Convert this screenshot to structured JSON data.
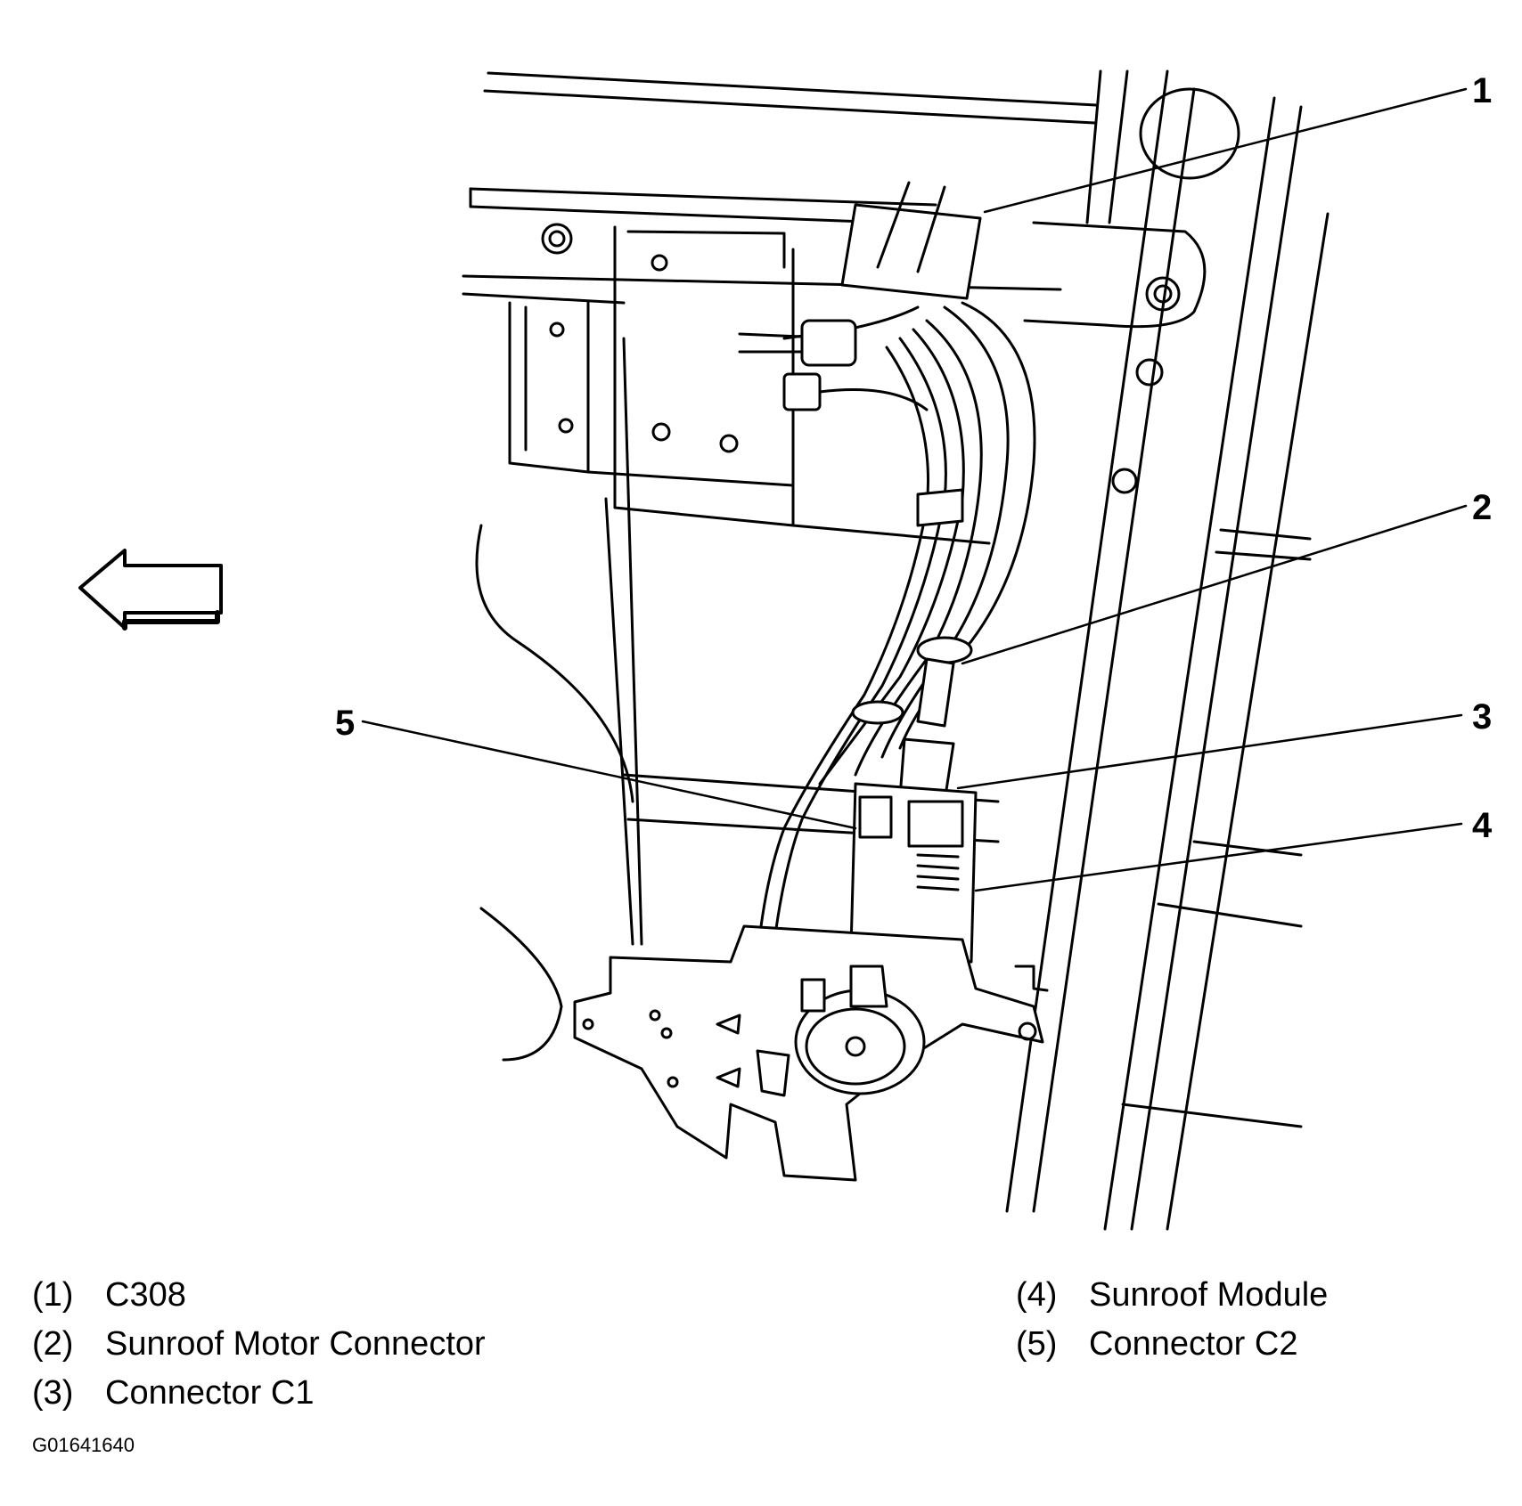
{
  "callouts": [
    {
      "number": "1",
      "label": "C308"
    },
    {
      "number": "2",
      "label": "Sunroof Motor Connector"
    },
    {
      "number": "3",
      "label": "Connector C1"
    },
    {
      "number": "4",
      "label": "Sunroof Module"
    },
    {
      "number": "5",
      "label": "Connector C2"
    }
  ],
  "legend": {
    "left": [
      {
        "key": "(1)",
        "text": "C308"
      },
      {
        "key": "(2)",
        "text": "Sunroof Motor Connector"
      },
      {
        "key": "(3)",
        "text": "Connector C1"
      }
    ],
    "right": [
      {
        "key": "(4)",
        "text": "Sunroof Module"
      },
      {
        "key": "(5)",
        "text": "Connector C2"
      }
    ]
  },
  "figure_id": "G01641640",
  "icons": {
    "direction_arrow": "left-arrow-icon"
  }
}
